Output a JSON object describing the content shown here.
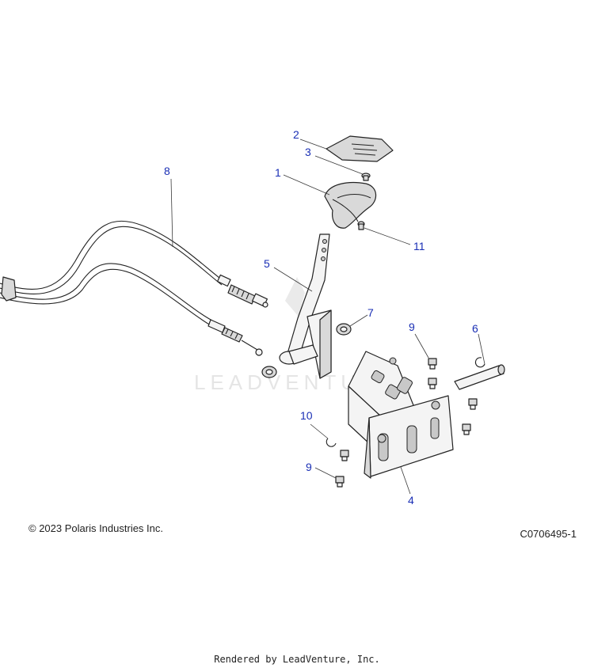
{
  "diagram": {
    "callouts": {
      "c1": "1",
      "c2": "2",
      "c3": "3",
      "c4": "4",
      "c5": "5",
      "c6": "6",
      "c7": "7",
      "c8": "8",
      "c9a": "9",
      "c9b": "9",
      "c10": "10",
      "c11": "11"
    },
    "watermark": "LEADVENTURE",
    "colors": {
      "callout": "#1a2fb5",
      "line": "#222222"
    }
  },
  "footer": {
    "copyright": "© 2023 Polaris Industries Inc.",
    "part_code": "C0706495-1",
    "rendered_by": "Rendered by LeadVenture, Inc."
  }
}
